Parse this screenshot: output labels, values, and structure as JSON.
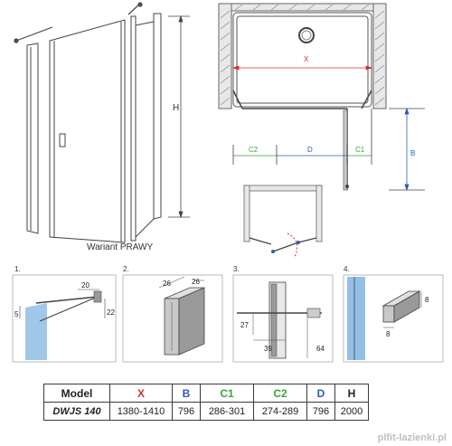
{
  "main": {
    "variant_label": "Wariant PRAWY",
    "height_label": "H"
  },
  "plan": {
    "x_label": "X",
    "c2_label": "C2",
    "d_label": "D",
    "c1_label": "C1",
    "b_label": "B"
  },
  "details": [
    {
      "num": "1.",
      "dims": [
        "20",
        "5",
        "22"
      ]
    },
    {
      "num": "2.",
      "dims": [
        "26",
        "26"
      ]
    },
    {
      "num": "3.",
      "dims": [
        "27",
        "39",
        "64"
      ]
    },
    {
      "num": "4.",
      "dims": [
        "8",
        "8"
      ]
    }
  ],
  "table": {
    "headers": [
      "Model",
      "X",
      "B",
      "C1",
      "C2",
      "D",
      "H"
    ],
    "rows": [
      [
        "DWJS 140",
        "1380-1410",
        "796",
        "286-301",
        "274-289",
        "796",
        "2000"
      ]
    ]
  },
  "watermark": "plfit-lazienki.pl",
  "colors": {
    "x": "#d03030",
    "b": "#2a5fb0",
    "c1": "#3aa63a",
    "c2": "#3aa63a",
    "d": "#2a5fb0",
    "glass": "#7ab0e0",
    "frame": "#9a9a9a"
  }
}
